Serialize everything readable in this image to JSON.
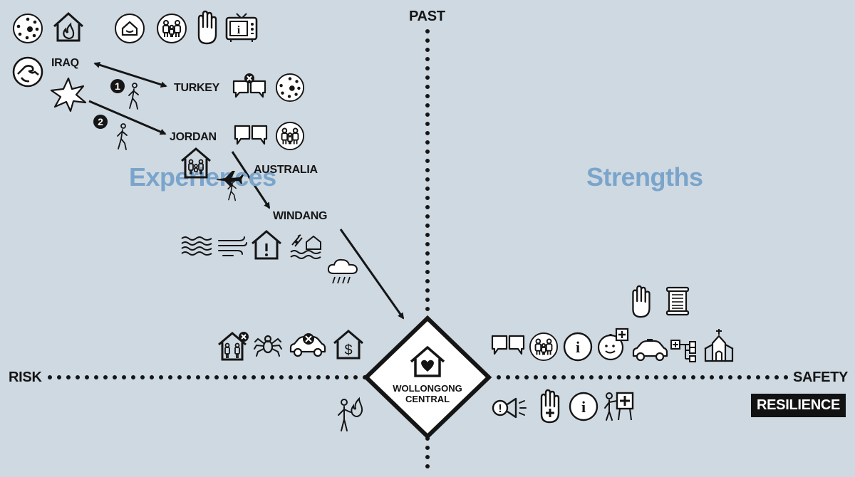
{
  "axes": {
    "top": "PAST",
    "left": "RISK",
    "right": "SAFETY",
    "right_badge": "RESILIENCE"
  },
  "quadrants": {
    "top_left": "Experiences",
    "top_right": "Strengths"
  },
  "places": {
    "iraq": "IRAQ",
    "turkey": "TURKEY",
    "jordan": "JORDAN",
    "australia": "AUSTRALIA",
    "windang": "WINDANG"
  },
  "steps": {
    "first": "1",
    "second": "2"
  },
  "centre": {
    "line1": "WOLLONGONG",
    "line2": "CENTRAL"
  },
  "colors": {
    "background": "#cfd9e1",
    "ink": "#151515",
    "quadrant_text": "#7aa4cb"
  },
  "icons": {
    "experience_row": [
      "dots-circle-icon",
      "house-fire-icon",
      "baby-face-icon",
      "family-icon",
      "stop-hand-icon",
      "tv-info-icon"
    ],
    "iraq": [
      "hand-map-icon",
      "explosion-star-icon"
    ],
    "turkey": [
      "speech-bubbles-no-icon",
      "dots-circle-icon"
    ],
    "jordan": [
      "speech-bubbles-icon",
      "family-icon",
      "family-house-icon"
    ],
    "journey": [
      "walking-person-icon",
      "walking-person-icon",
      "airplane-icon",
      "walking-person-icon"
    ],
    "windang": [
      "waves-icon",
      "wind-icon",
      "house-warning-icon",
      "flood-icon",
      "rain-cloud-icon"
    ],
    "risk_row": [
      "family-house-no-icon",
      "spider-icon",
      "car-no-icon",
      "house-dollar-icon",
      "person-fire-icon"
    ],
    "strengths_top": [
      "stop-hand-icon",
      "scroll-icon"
    ],
    "strengths_row": [
      "speech-bubbles-icon",
      "family-icon",
      "info-icon",
      "baby-face-plus-icon",
      "car-icon",
      "network-plus-icon",
      "church-icon"
    ],
    "resilience_row": [
      "megaphone-icon",
      "hand-plus-icon",
      "info-icon",
      "person-first-aid-icon"
    ],
    "centre": "house-heart-icon"
  }
}
